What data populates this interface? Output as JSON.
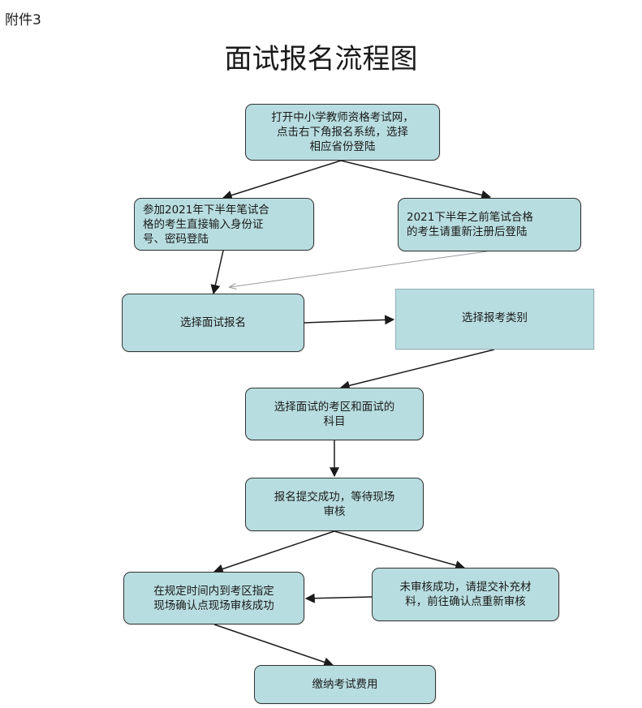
{
  "header": {
    "attachment_label": "附件3",
    "title": "面试报名流程图"
  },
  "colors": {
    "node_fill": "#b8dde0",
    "node_border": "#333333",
    "arrow": "#1a1a1a",
    "arrow_light": "#9a9a9a"
  },
  "nodes": {
    "open_site": "打开中小学教师资格考试网，\n点击右下角报名系统，选择\n相应省份登陆",
    "passed_2021": "参加2021年下半年笔试合\n格的考生直接输入身份证\n号、密码登陆",
    "before_2021": "2021下半年之前笔试合格\n的考生请重新注册后登陆",
    "select_interview": "选择面试报名",
    "select_category": "选择报考类别",
    "select_area_subject": "选择面试的考区和面试的\n科目",
    "submit_success": "报名提交成功，等待现场\n审核",
    "onsite_success": "在规定时间内到考区指定\n现场确认点现场审核成功",
    "review_failed": "未审核成功，请提交补充材\n料，前往确认点重新审核",
    "pay_fee": "缴纳考试费用"
  }
}
